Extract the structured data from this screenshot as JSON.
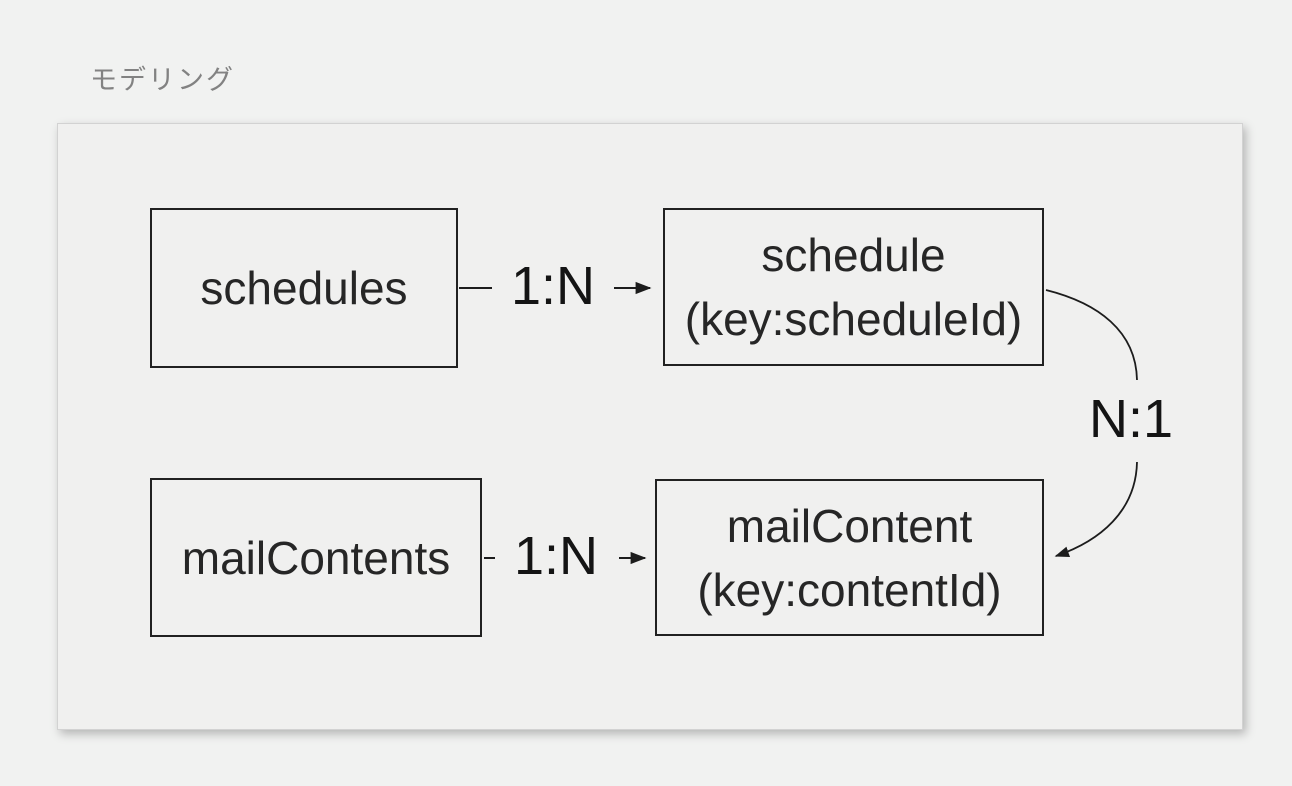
{
  "page": {
    "title": "モデリング",
    "background_color": "#f1f2f1"
  },
  "panel": {
    "background_color": "#f0f0ef",
    "border_color": "#d2d2d2"
  },
  "diagram": {
    "type": "entity-relationship",
    "nodes": [
      {
        "id": "schedules",
        "label": "schedules"
      },
      {
        "id": "schedule",
        "label": "schedule",
        "sublabel": "(key:scheduleId)"
      },
      {
        "id": "mailContents",
        "label": "mailContents"
      },
      {
        "id": "mailContent",
        "label": "mailContent",
        "sublabel": "(key:contentId)"
      }
    ],
    "edges": [
      {
        "from": "schedules",
        "to": "schedule",
        "label": "1:N",
        "shape": "straight-right-arrow"
      },
      {
        "from": "mailContents",
        "to": "mailContent",
        "label": "1:N",
        "shape": "straight-right-arrow"
      },
      {
        "from": "schedule",
        "to": "mailContent",
        "label": "N:1",
        "shape": "curved-down-arrow"
      }
    ],
    "colors": {
      "node_border": "#212121",
      "edge_line": "#1c1c1c",
      "node_text": "#262626",
      "edge_label_text": "#141414",
      "title_text": "#828282"
    }
  }
}
